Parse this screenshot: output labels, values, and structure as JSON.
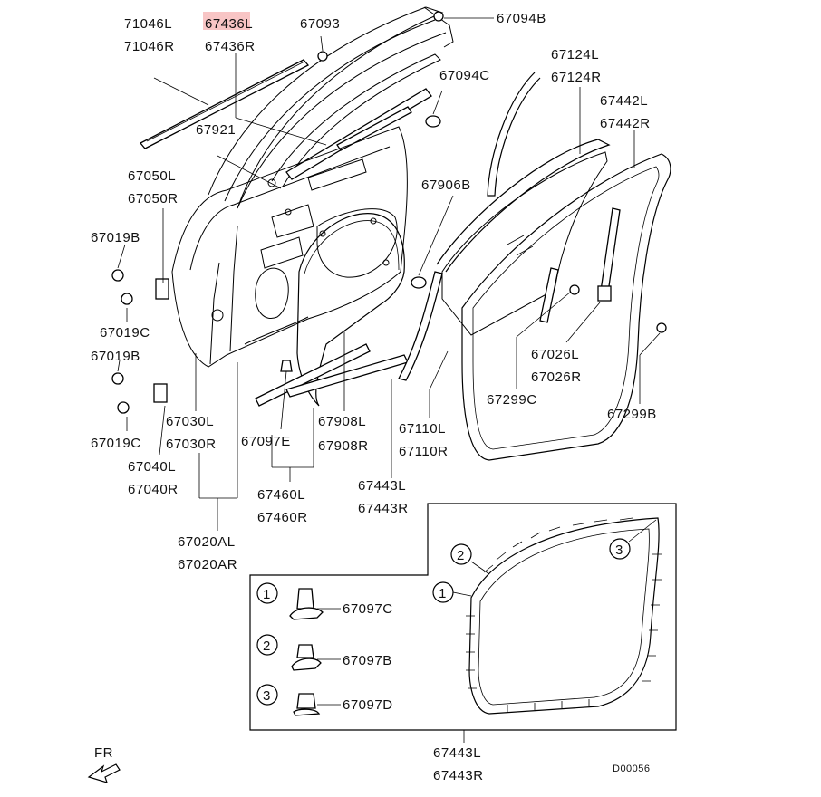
{
  "diagram": {
    "labels": [
      {
        "id": "p71046l",
        "text": "71046L"
      },
      {
        "id": "p71046r",
        "text": "71046R"
      },
      {
        "id": "p67436l",
        "text": "67436L",
        "highlight": true
      },
      {
        "id": "p67436r",
        "text": "67436R"
      },
      {
        "id": "p67093",
        "text": "67093"
      },
      {
        "id": "p67094b",
        "text": "67094B"
      },
      {
        "id": "p67094c",
        "text": "67094C"
      },
      {
        "id": "p67124l",
        "text": "67124L"
      },
      {
        "id": "p67124r",
        "text": "67124R"
      },
      {
        "id": "p67442l",
        "text": "67442L"
      },
      {
        "id": "p67442r",
        "text": "67442R"
      },
      {
        "id": "p67921",
        "text": "67921"
      },
      {
        "id": "p67050l",
        "text": "67050L"
      },
      {
        "id": "p67050r",
        "text": "67050R"
      },
      {
        "id": "p67906b",
        "text": "67906B"
      },
      {
        "id": "p67019b_1",
        "text": "67019B"
      },
      {
        "id": "p67019c_1",
        "text": "67019C"
      },
      {
        "id": "p67019b_2",
        "text": "67019B"
      },
      {
        "id": "p67019c_2",
        "text": "67019C"
      },
      {
        "id": "p67026l",
        "text": "67026L"
      },
      {
        "id": "p67026r",
        "text": "67026R"
      },
      {
        "id": "p67299c",
        "text": "67299C"
      },
      {
        "id": "p67299b",
        "text": "67299B"
      },
      {
        "id": "p67030l",
        "text": "67030L"
      },
      {
        "id": "p67030r",
        "text": "67030R"
      },
      {
        "id": "p67097e",
        "text": "67097E"
      },
      {
        "id": "p67908l",
        "text": "67908L"
      },
      {
        "id": "p67908r",
        "text": "67908R"
      },
      {
        "id": "p67110l",
        "text": "67110L"
      },
      {
        "id": "p67110r",
        "text": "67110R"
      },
      {
        "id": "p67040l",
        "text": "67040L"
      },
      {
        "id": "p67040r",
        "text": "67040R"
      },
      {
        "id": "p67460l",
        "text": "67460L"
      },
      {
        "id": "p67460r",
        "text": "67460R"
      },
      {
        "id": "p67443l_1",
        "text": "67443L"
      },
      {
        "id": "p67443r_1",
        "text": "67443R"
      },
      {
        "id": "p67020al",
        "text": "67020AL"
      },
      {
        "id": "p67020ar",
        "text": "67020AR"
      },
      {
        "id": "p67097c",
        "text": "67097C"
      },
      {
        "id": "p67097b",
        "text": "67097B"
      },
      {
        "id": "p67097d",
        "text": "67097D"
      },
      {
        "id": "p67443l_2",
        "text": "67443L"
      },
      {
        "id": "p67443r_2",
        "text": "67443R"
      }
    ],
    "callouts": [
      {
        "id": "c1a",
        "text": "1"
      },
      {
        "id": "c2a",
        "text": "2"
      },
      {
        "id": "c3a",
        "text": "3"
      },
      {
        "id": "c1b",
        "text": "1"
      },
      {
        "id": "c2b",
        "text": "2"
      },
      {
        "id": "c3b",
        "text": "3"
      }
    ],
    "direction_label": "FR",
    "diagram_code": "D00056",
    "colors": {
      "highlight": "#f8c5c5",
      "ink": "#000000"
    }
  }
}
